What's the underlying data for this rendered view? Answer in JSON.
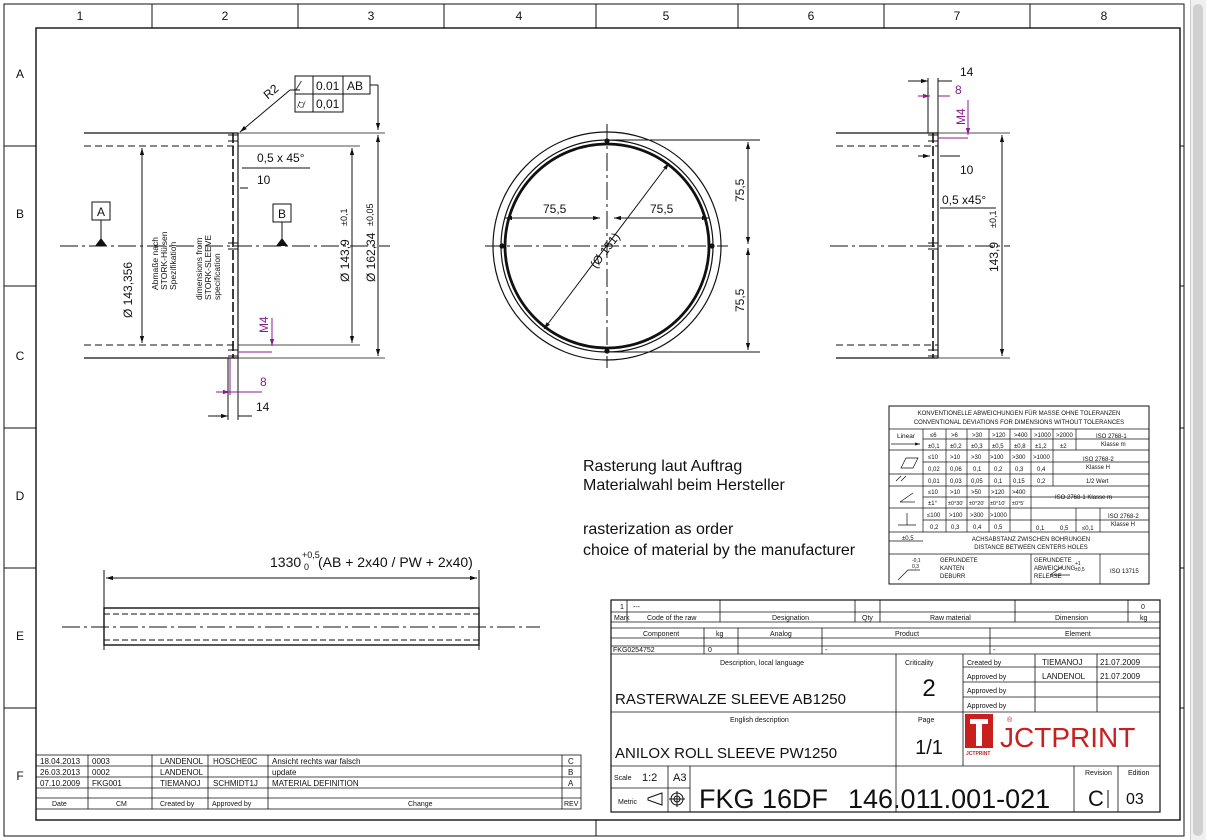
{
  "columns": [
    "1",
    "2",
    "3",
    "4",
    "5",
    "6",
    "7",
    "8"
  ],
  "rows": [
    "A",
    "B",
    "C",
    "D",
    "E",
    "F"
  ],
  "datums": {
    "a": "A",
    "b": "B"
  },
  "left_view": {
    "radius": "R2",
    "tol1_value": "0.01",
    "tol1_ref": "AB",
    "tol2_value": "0,01",
    "chamfer": "0,5 x 45°",
    "dim10": "10",
    "dia_inner": "Ø 143,356",
    "note_de_1": "Abmaße nach",
    "note_de_2": "STORK-Hülsen",
    "note_de_3": "Spezifikation",
    "note_en_1": "dimensions from",
    "note_en_2": "STORK-SLEEVE",
    "note_en_3": "specification",
    "dia_143": "Ø 143,9",
    "dia_143_tol": "±0,1",
    "dia_162": "Ø 162,34",
    "dia_162_tol": "±0,05",
    "m4": "M4",
    "dim8": "8",
    "dim14": "14"
  },
  "front_view": {
    "dim_755_left": "75,5",
    "dim_755_right": "75,5",
    "dim_755_top": "75,5",
    "dim_755_bottom": "75,5",
    "dia_151": "(Ø 151)"
  },
  "right_view": {
    "dim14": "14",
    "dim8": "8",
    "m4": "M4",
    "dim10": "10",
    "chamfer": "0,5 x45°",
    "dia_143": "143,9",
    "dia_143_tol": "±0,1"
  },
  "notes": {
    "de_1": "Rasterung laut Auftrag",
    "de_2": "Materialwahl beim Hersteller",
    "en_1": "rasterization as order",
    "en_2": "choice of material by the manufacturer"
  },
  "length_dim": {
    "value": "1330",
    "tol_upper": "+0,5",
    "tol_lower": "0",
    "extra": "(AB + 2x40 / PW + 2x40)"
  },
  "tol_table": {
    "title_de": "KONVENTIONELLE ABWEICHUNGEN FÜR MASSE OHNE TOLERANZEN",
    "title_en": "CONVENTIONAL DEVIATIONS FOR DIMENSIONS WITHOUT TOLERANCES",
    "linear_label": "Linear",
    "linear_ranges": [
      "≤6",
      ">6",
      ">30",
      ">120",
      ">400",
      ">1000",
      ">2000"
    ],
    "linear_values": [
      "±0,1",
      "±0,2",
      "±0,3",
      "±0,5",
      "±0,8",
      "±1,2",
      "±2"
    ],
    "linear_std": "ISO 2768-1",
    "linear_class": "Klasse m",
    "flat_ranges": [
      "≤10",
      ">10",
      ">30",
      ">100",
      ">300",
      ">1000"
    ],
    "flat_values": [
      "0,02",
      "0,06",
      "0,1",
      "0,2",
      "0,3",
      "0,4"
    ],
    "flat_std": "ISO 2768-2",
    "flat_class": "Klasse H",
    "par_values": [
      "0,01",
      "0,03",
      "0,05",
      "0,1",
      "0,15",
      "0,2"
    ],
    "par_std": "1/2 Wert",
    "ang_ranges": [
      "≤10",
      ">10",
      ">50",
      ">120",
      ">400"
    ],
    "ang_values": [
      "±1°",
      "±0°30'",
      "±0°20'",
      "±0°10'",
      "±0°5'"
    ],
    "ang_std": "ISO 2768-1 Klasse m",
    "perp_ranges": [
      "≤100",
      ">100",
      ">300",
      ">1000"
    ],
    "perp_values": [
      "0,2",
      "0,3",
      "0,4",
      "0,5"
    ],
    "sym_value": "0,1",
    "circ_value": "0,5",
    "runout_value": "≤0,1",
    "perp_std": "ISO 2768-2",
    "perp_class": "Klasse H",
    "pos_value": "±0,5",
    "pos_de": "ACHSABSTANZ ZWISCHEN BOHRUNGEN",
    "pos_en": "DISTANCE BETWEEN CENTERS HOLES",
    "edge_val1": "-0,1",
    "edge_val2": "0,3",
    "edge_de1": "GERUNDETE",
    "edge_de2": "KANTEN",
    "edge_en": "DEBURR",
    "rel_de1": "GERUNDETE",
    "rel_de2": "ABWEICHUNG",
    "rel_en": "RELEASE",
    "rel_val1": "+1",
    "rel_val2": "±0,5",
    "iso13715": "ISO 13715"
  },
  "bom": {
    "row1_mark": "1",
    "row1_code": "---",
    "row1_kg": "0",
    "headers": [
      "Mark",
      "Code of the raw",
      "Designation",
      "Qty",
      "Raw material",
      "Dimension",
      "kg"
    ],
    "sub_headers": [
      "Component",
      "kg",
      "Analog",
      "Product",
      "Element"
    ],
    "component": "FKG0254752",
    "comp_kg": "0",
    "analog": "-",
    "product": "-"
  },
  "title_block": {
    "desc_local_label": "Description, local language",
    "desc_local": "RASTERWALZE SLEEVE AB1250",
    "criticality_label": "Criticality",
    "criticality": "2",
    "created_by_label": "Created by",
    "created_by": "TIEMANOJ",
    "created_date": "21.07.2009",
    "approved_by_label": "Approved by",
    "approved_by": "LANDENOL",
    "approved_date": "21.07.2009",
    "approved_by_label2": "Approved by",
    "approved_by_label3": "Approved by",
    "desc_en_label": "English description",
    "desc_en": "ANILOX ROLL SLEEVE PW1250",
    "page_label": "Page",
    "page": "1/1",
    "logo_text": "JCTPRINT",
    "logo_small": "JCTPRINT",
    "reg": "®",
    "scale_label": "Scale",
    "scale": "1:2",
    "format": "A3",
    "metric": "Metric",
    "drawing_name": "FKG 16DF",
    "drawing_number": "146.011.001-021",
    "revision_label": "Revision",
    "revision": "C",
    "edition_label": "Edition",
    "edition": "03"
  },
  "revisions": {
    "rows": [
      {
        "date": "18.04.2013",
        "cm": "0003",
        "created": "LANDENOL",
        "approved": "HOSCHE0C",
        "change": "Ansicht rechts war falsch",
        "rev": "C"
      },
      {
        "date": "26.03.2013",
        "cm": "0002",
        "created": "LANDENOL",
        "approved": "",
        "change": "update",
        "rev": "B"
      },
      {
        "date": "07.10.2009",
        "cm": "FKG001",
        "created": "TIEMANOJ",
        "approved": "SCHMIDT1J",
        "change": "MATERIAL DEFINITION",
        "rev": "A"
      }
    ],
    "headers": [
      "Date",
      "CM",
      "Created by",
      "Approved by",
      "Change",
      "REV"
    ]
  },
  "colors": {
    "line": "#111111",
    "dim_magenta": "#8b1a8b",
    "logo_red": "#c8201e"
  }
}
